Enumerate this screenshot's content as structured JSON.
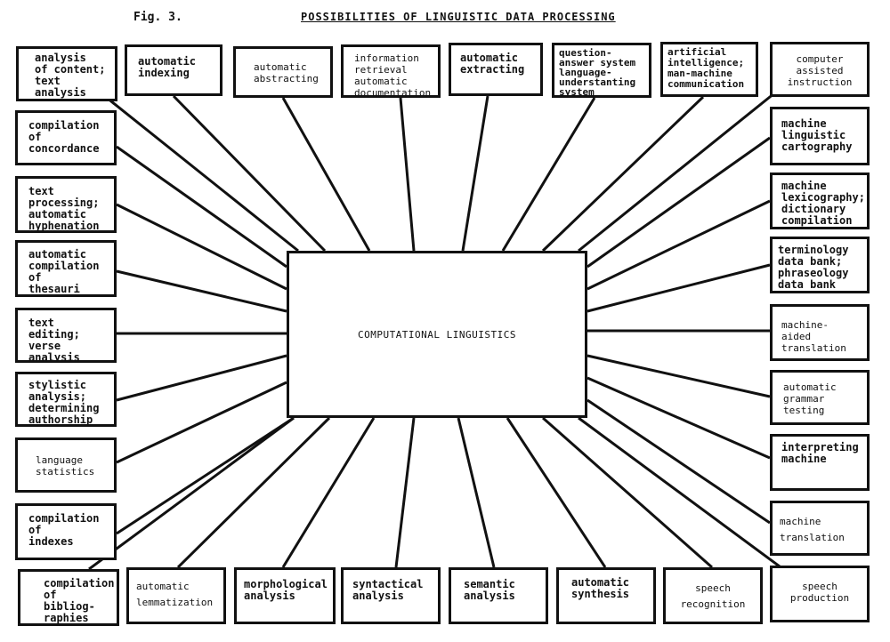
{
  "figure_label": "Fig. 3.",
  "title": "POSSIBILITIES OF LINGUISTIC DATA PROCESSING",
  "center_label": "COMPUTATIONAL LINGUISTICS",
  "top_boxes": [
    "analysis\nof content;\ntext\nanalysis",
    "automatic\nindexing",
    "automatic\nabstracting",
    "information\nretrieval\nautomatic\ndocumentation",
    "automatic\nextracting",
    "question-\nanswer system\nlanguage-\nunderstanting\nsystem",
    "artificial\nintelligence;\nman-machine\ncommunication",
    "computer\nassisted\ninstruction"
  ],
  "left_boxes": [
    "compilation\nof\nconcordance",
    "text\nprocessing;\nautomatic\nhyphenation",
    "automatic\ncompilation\nof\nthesauri",
    "text\nediting;\nverse\nanalysis",
    "stylistic\nanalysis;\ndetermining\nauthorship",
    "language\nstatistics",
    "compilation\nof\nindexes"
  ],
  "right_boxes": [
    "machine\nlinguistic\ncartography",
    "machine\nlexicography;\ndictionary\ncompilation",
    "terminology\ndata bank;\nphraseology\ndata bank",
    "machine-aided\ntranslation",
    "automatic\ngrammar\ntesting",
    "interpreting\nmachine",
    "machine\ntranslation"
  ],
  "bottom_boxes": [
    "compilation\nof bibliog-\nraphies",
    "automatic\nlemmatization",
    "morphological\nanalysis",
    "syntactical\nanalysis",
    "semantic\nanalysis",
    "automatic\nsynthesis",
    "speech\nrecognition",
    "speech\nproduction"
  ]
}
